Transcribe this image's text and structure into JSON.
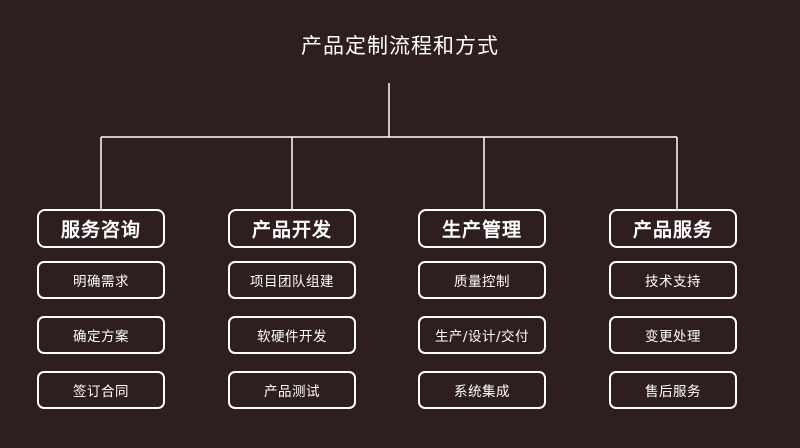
{
  "diagram": {
    "title": "产品定制流程和方式",
    "columns": [
      {
        "heading": "服务咨询",
        "items": [
          "明确需求",
          "确定方案",
          "签订合同"
        ]
      },
      {
        "heading": "产品开发",
        "items": [
          "项目团队组建",
          "软硬件开发",
          "产品测试"
        ]
      },
      {
        "heading": "生产管理",
        "items": [
          "质量控制",
          "生产/设计/交付",
          "系统集成"
        ]
      },
      {
        "heading": "产品服务",
        "items": [
          "技术支持",
          "变更处理",
          "售后服务"
        ]
      }
    ]
  },
  "colors": {
    "background": "#2e1e1f",
    "line": "#ffffff",
    "text": "#ffffff"
  }
}
